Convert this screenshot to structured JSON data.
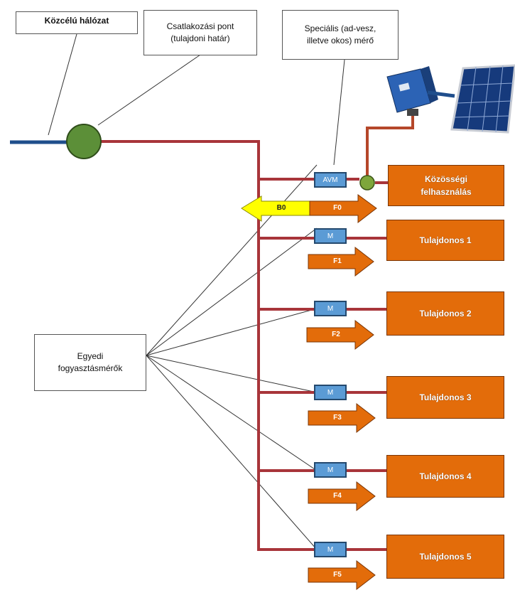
{
  "callouts": {
    "public_network": "Közcélú hálózat",
    "connection_point": "Csatlakozási pont\n(tulajdoni határ)",
    "special_meter": "Speciális (ad-vesz,\nilletve okos) mérő",
    "individual_meters": "Egyedi\nfogyasztásmérők"
  },
  "meters": {
    "avm": "AVM",
    "m1": "M",
    "m2": "M",
    "m3": "M",
    "m4": "M",
    "m5": "M"
  },
  "consumers": {
    "community": "Közösségi\nfelhasználás",
    "owner1": "Tulajdonos 1",
    "owner2": "Tulajdonos 2",
    "owner3": "Tulajdonos 3",
    "owner4": "Tulajdonos 4",
    "owner5": "Tulajdonos 5"
  },
  "arrows": {
    "b0": "B0",
    "f0": "F0",
    "f1": "F1",
    "f2": "F2",
    "f3": "F3",
    "f4": "F4",
    "f5": "F5"
  },
  "colors": {
    "line_red": "#a8353a",
    "grid_blue": "#1f4e8c",
    "node_green": "#5c8f38",
    "orange": "#e36c0a",
    "meter_blue": "#5b9bd5",
    "arrow_yellow": "#ffff00"
  }
}
